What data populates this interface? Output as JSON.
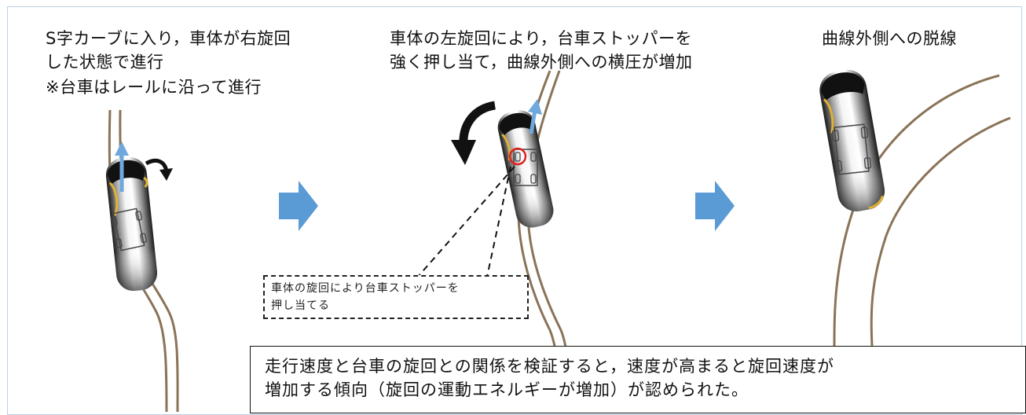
{
  "panels": [
    {
      "caption": [
        "S字カーブに入り，車体が右旋回",
        "した状態で進行",
        "※台車はレールに沿って進行"
      ]
    },
    {
      "caption": [
        "車体の左旋回により，台車ストッパーを",
        "強く押し当て，曲線外側への横圧が増加"
      ]
    },
    {
      "caption": [
        "曲線外側への脱線"
      ]
    }
  ],
  "annotation": [
    "車体の旋回により台車ストッパーを",
    "押し当てる"
  ],
  "note": [
    "走行速度と台車の旋回との関係を検証すると，速度が高まると旋回速度が",
    "増加する傾向（旋回の運動エネルギーが増加）が認められた。"
  ],
  "colors": {
    "rail": "#8a7358",
    "arrow_blue": "#5b9bd5",
    "motion_arrow": "#6fa8dc",
    "rotation_arrow": "#111111",
    "highlight_circle": "#e02020",
    "frame_border": "#bcd0e2"
  }
}
